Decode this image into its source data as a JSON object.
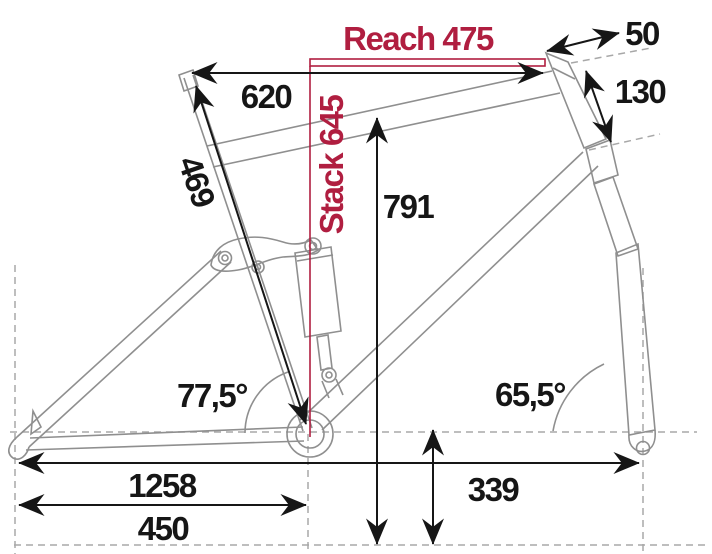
{
  "diagram": {
    "title_note": "bicycle frame geometry diagram",
    "labels": {
      "reach": "Reach 475",
      "stack": "Stack 645",
      "top_tube": "620",
      "seat_tube": "469",
      "standover": "791",
      "fork_offset": "50",
      "head_tube": "130",
      "seat_angle": "77,5°",
      "head_angle": "65,5°",
      "wheelbase": "1258",
      "chainstay": "450",
      "bb_height": "339"
    },
    "colors": {
      "accent": "#b01e40",
      "frame_gray": "#8f8f8f",
      "dashed_gray": "#a8a8a8",
      "ink": "#161616",
      "background": "#ffffff"
    }
  }
}
